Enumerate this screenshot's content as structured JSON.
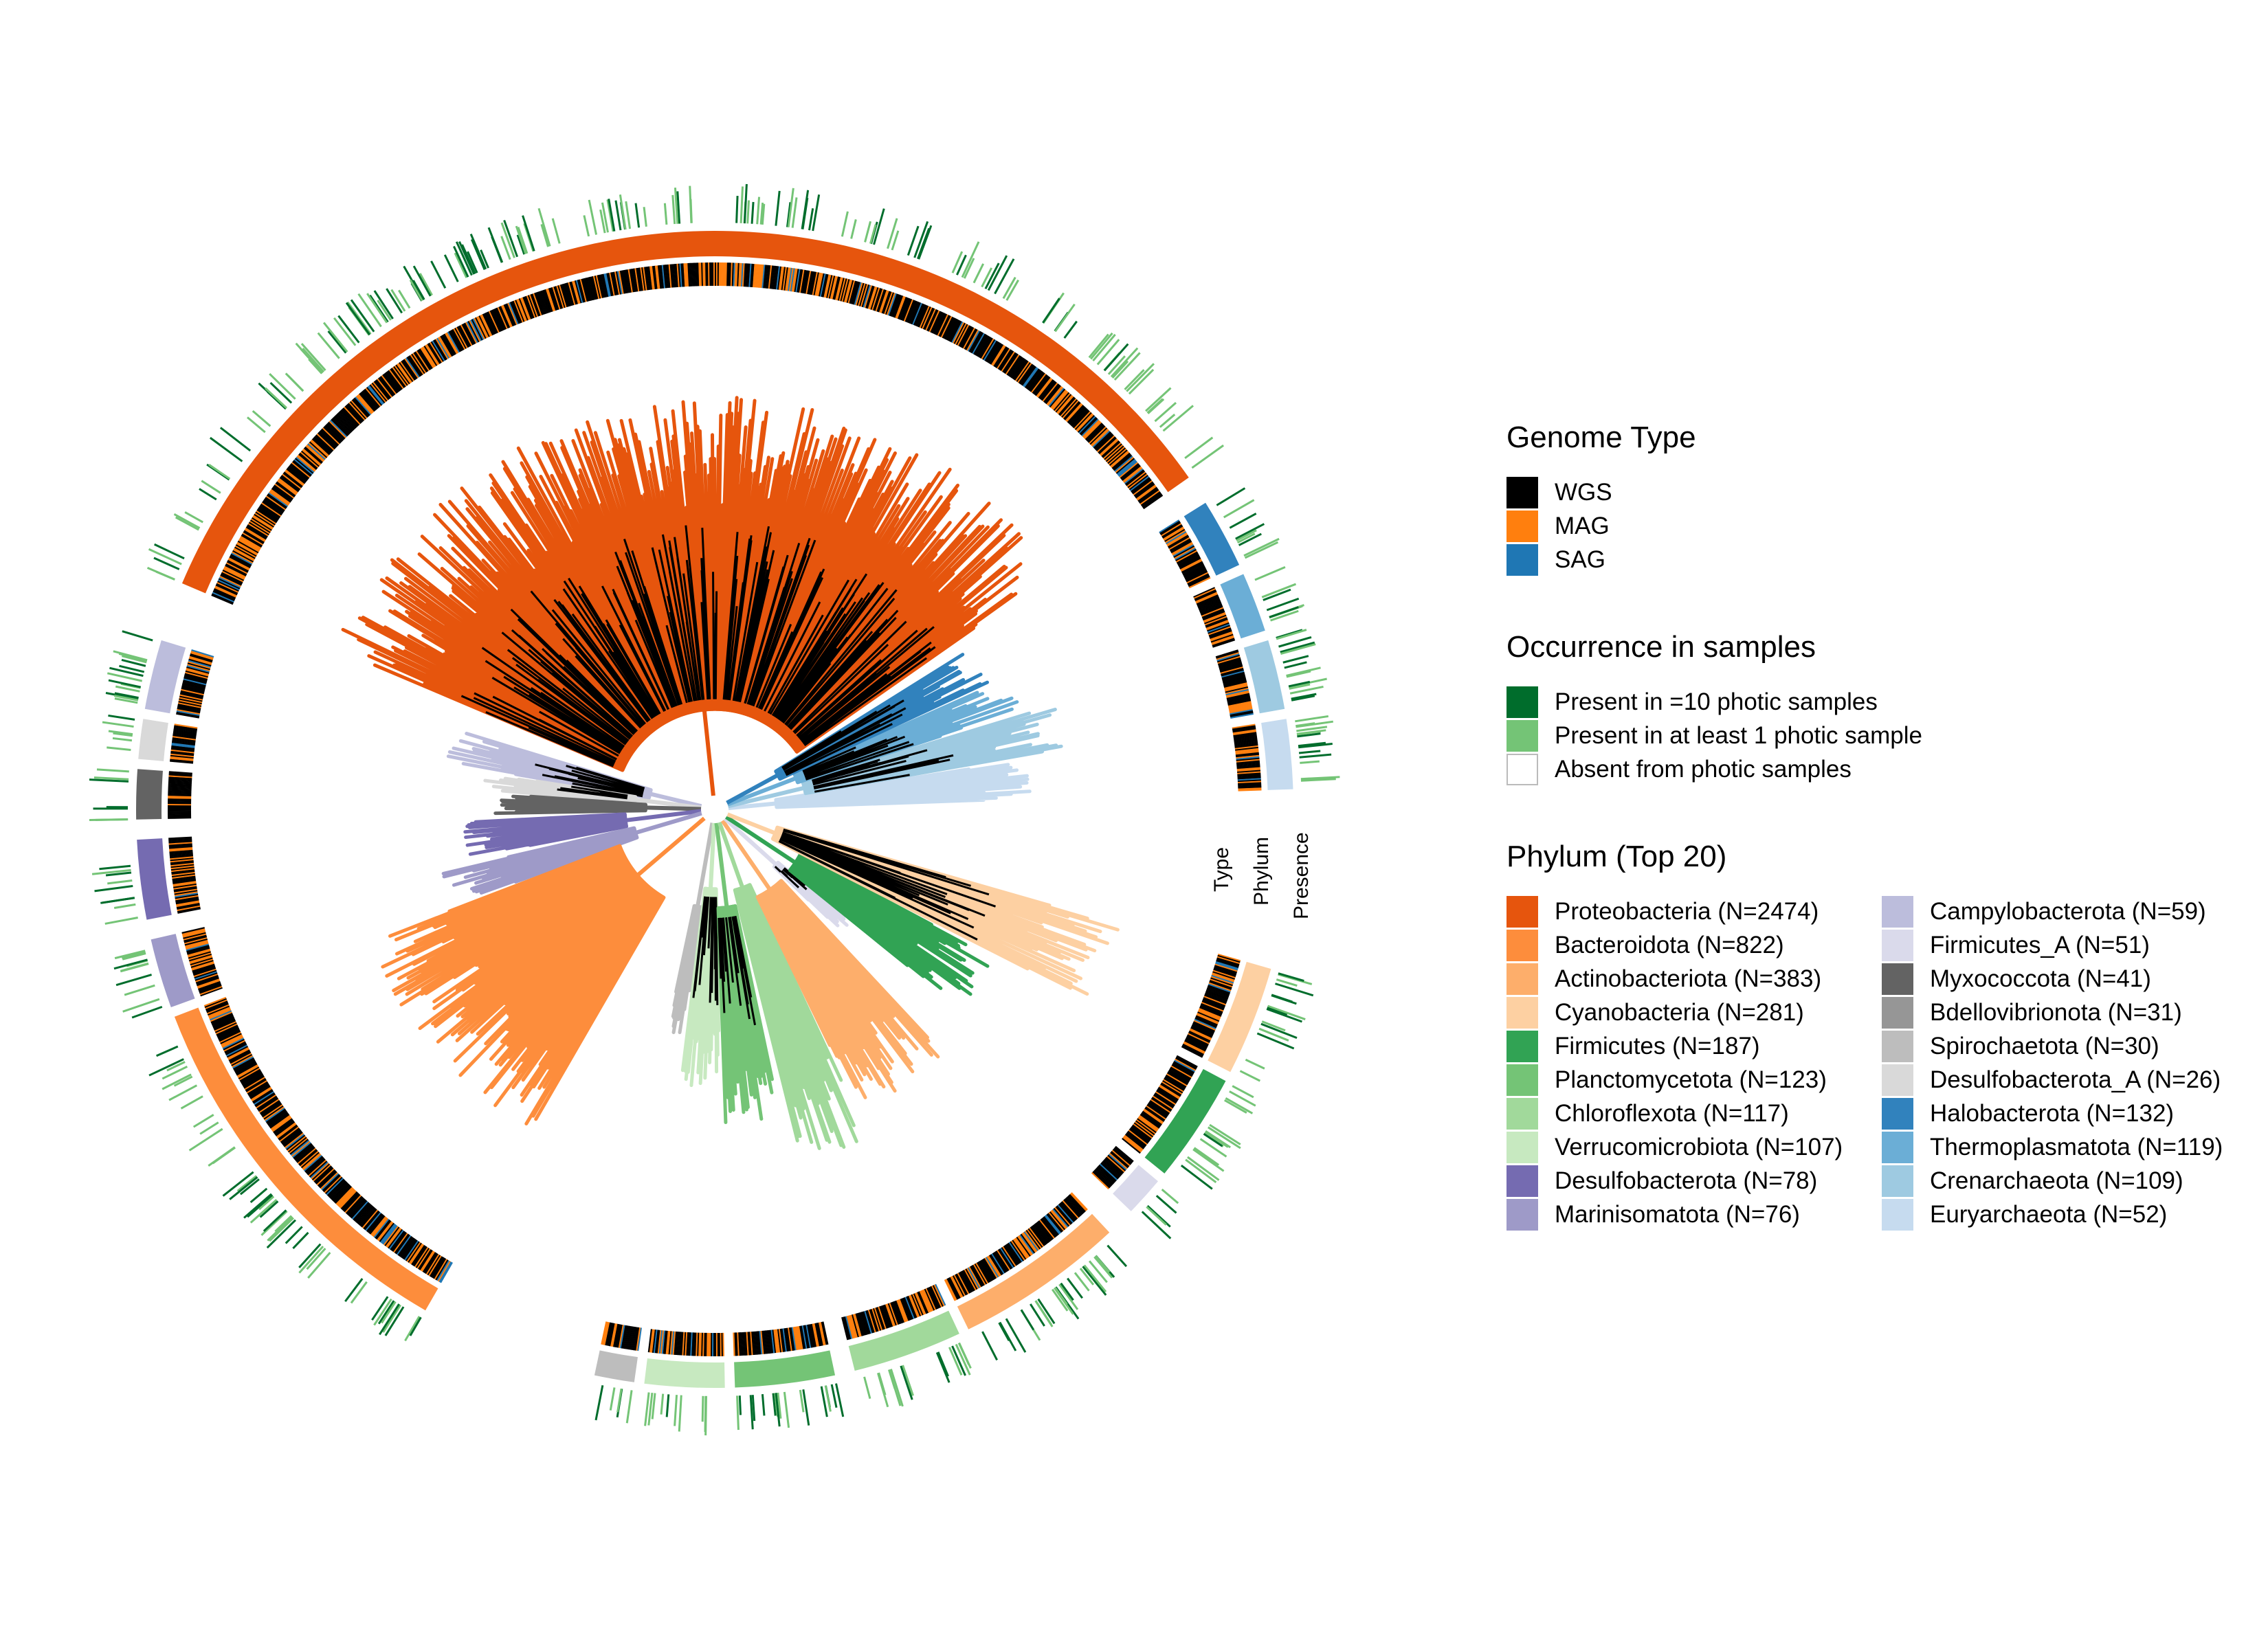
{
  "legend_genome": {
    "title": "Genome Type",
    "items": [
      {
        "label": "WGS",
        "color": "#000000"
      },
      {
        "label": "MAG",
        "color": "#ff7f0e"
      },
      {
        "label": "SAG",
        "color": "#1f77b4"
      }
    ]
  },
  "legend_occurrence": {
    "title": "Occurrence in samples",
    "items": [
      {
        "label": "Present in =10 photic samples",
        "color": "#006d2c"
      },
      {
        "label": "Present in at least 1 photic sample",
        "color": "#74c476"
      },
      {
        "label": "Absent from photic samples",
        "color": "#ffffff"
      }
    ]
  },
  "legend_phylum": {
    "title": "Phylum (Top 20)",
    "items": [
      {
        "label": "Proteobacteria (N=2474)",
        "color": "#e6550d"
      },
      {
        "label": "Bacteroidota (N=822)",
        "color": "#fd8d3c"
      },
      {
        "label": "Actinobacteriota (N=383)",
        "color": "#fdae6b"
      },
      {
        "label": "Cyanobacteria (N=281)",
        "color": "#fdd0a2"
      },
      {
        "label": "Firmicutes (N=187)",
        "color": "#31a354"
      },
      {
        "label": "Planctomycetota (N=123)",
        "color": "#74c476"
      },
      {
        "label": "Chloroflexota (N=117)",
        "color": "#a1d99b"
      },
      {
        "label": "Verrucomicrobiota (N=107)",
        "color": "#c7e9c0"
      },
      {
        "label": "Desulfobacterota (N=78)",
        "color": "#756bb1"
      },
      {
        "label": "Marinisomatota (N=76)",
        "color": "#9e9ac8"
      },
      {
        "label": "Campylobacterota (N=59)",
        "color": "#bcbddc"
      },
      {
        "label": "Firmicutes_A (N=51)",
        "color": "#dadaeb"
      },
      {
        "label": "Myxococcota (N=41)",
        "color": "#636363"
      },
      {
        "label": "Bdellovibrionota (N=31)",
        "color": "#969696"
      },
      {
        "label": "Spirochaetota (N=30)",
        "color": "#bdbdbd"
      },
      {
        "label": "Desulfobacterota_A (N=26)",
        "color": "#d9d9d9"
      },
      {
        "label": "Halobacterota (N=132)",
        "color": "#3182bd"
      },
      {
        "label": "Thermoplasmatota (N=119)",
        "color": "#6baed6"
      },
      {
        "label": "Crenarchaeota (N=109)",
        "color": "#9ecae1"
      },
      {
        "label": "Euryarchaeota (N=52)",
        "color": "#c6dbef"
      }
    ]
  },
  "rings": {
    "type_label": "Type",
    "phylum_label": "Phylum",
    "presence_label": "Presence"
  },
  "clades": [
    {
      "phylum": "Euryarchaeota",
      "start_deg": -9,
      "end_deg": -2,
      "depth": 0.73
    },
    {
      "phylum": "Crenarchaeota",
      "start_deg": -17,
      "end_deg": -10,
      "depth": 0.81
    },
    {
      "phylum": "Thermoplasmatota",
      "start_deg": -24,
      "end_deg": -18,
      "depth": 0.74
    },
    {
      "phylum": "Halobacterota",
      "start_deg": -32,
      "end_deg": -25,
      "depth": 0.71
    },
    {
      "phylum": "Proteobacteria",
      "start_deg": -157,
      "end_deg": -35,
      "depth": 0.94
    },
    {
      "phylum": "Campylobacterota",
      "start_deg": -170,
      "end_deg": -163,
      "depth": 0.62
    },
    {
      "phylum": "Desulfobacterota_A",
      "start_deg": -175,
      "end_deg": -171,
      "depth": 0.54
    },
    {
      "phylum": "Myxococcota",
      "start_deg": -181,
      "end_deg": -176,
      "depth": 0.5
    },
    {
      "phylum": "Desulfobacterota",
      "start_deg": -191,
      "end_deg": -183,
      "depth": 0.57
    },
    {
      "phylum": "Marinisomatota",
      "start_deg": -200,
      "end_deg": -193,
      "depth": 0.66
    },
    {
      "phylum": "Bacteroidota",
      "start_deg": -240,
      "end_deg": -201,
      "depth": 0.84
    },
    {
      "phylum": "Spirochaetota",
      "start_deg": -262,
      "end_deg": -258,
      "depth": 0.55
    },
    {
      "phylum": "Verrucomicrobiota",
      "start_deg": -271,
      "end_deg": -263,
      "depth": 0.64
    },
    {
      "phylum": "Planctomycetota",
      "start_deg": -282,
      "end_deg": -272,
      "depth": 0.72
    },
    {
      "phylum": "Chloroflexota",
      "start_deg": -295,
      "end_deg": -284,
      "depth": 0.83
    },
    {
      "phylum": "Actinobacteriota",
      "start_deg": -313,
      "end_deg": -296,
      "depth": 0.76
    },
    {
      "phylum": "Firmicutes_A",
      "start_deg": -320,
      "end_deg": -316,
      "depth": 0.4
    },
    {
      "phylum": "Firmicutes",
      "start_deg": -332,
      "end_deg": -321,
      "depth": 0.72
    },
    {
      "phylum": "Cyanobacteria",
      "start_deg": -344,
      "end_deg": -333,
      "depth": 0.98
    }
  ]
}
